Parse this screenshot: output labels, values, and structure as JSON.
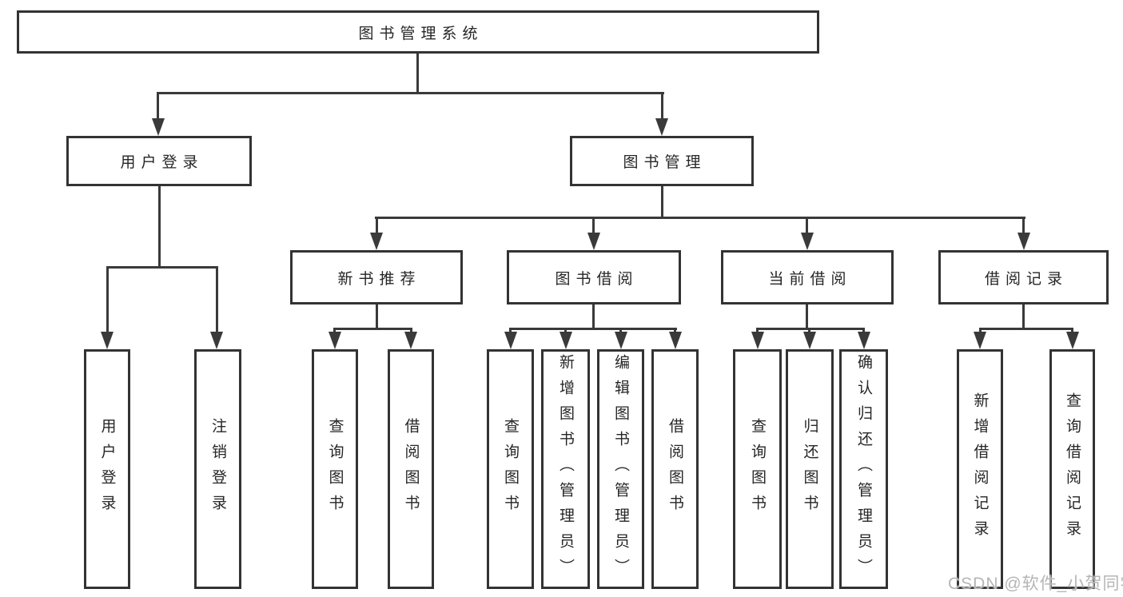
{
  "diagram_title": "图书管理系统",
  "colors": {
    "line": "#3a3a3a",
    "box_border": "#333333",
    "text": "#262626",
    "watermark": "#b5b5b5"
  },
  "tree": {
    "label": "图书管理系统",
    "children": [
      {
        "label": "用户登录",
        "children": [
          {
            "label": "用户登录"
          },
          {
            "label": "注销登录"
          }
        ]
      },
      {
        "label": "图书管理",
        "children": [
          {
            "label": "新书推荐",
            "children": [
              {
                "label": "查询图书"
              },
              {
                "label": "借阅图书"
              }
            ]
          },
          {
            "label": "图书借阅",
            "children": [
              {
                "label": "查询图书"
              },
              {
                "label": "新增图书（管理员）"
              },
              {
                "label": "编辑图书（管理员）"
              },
              {
                "label": "借阅图书"
              }
            ]
          },
          {
            "label": "当前借阅",
            "children": [
              {
                "label": "查询图书"
              },
              {
                "label": "归还图书"
              },
              {
                "label": "确认归还（管理员）"
              }
            ]
          },
          {
            "label": "借阅记录",
            "children": [
              {
                "label": "新增借阅记录"
              },
              {
                "label": "查询借阅记录"
              }
            ]
          }
        ]
      }
    ]
  },
  "watermark": {
    "text": "CSDN @软件_小贺同学"
  }
}
